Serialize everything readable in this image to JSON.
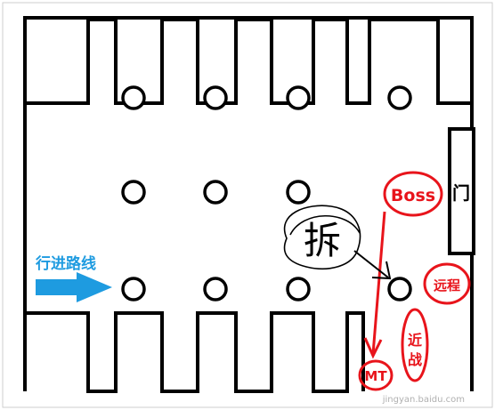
{
  "labels": {
    "route": "行进路线",
    "door": "门",
    "boss": "Boss",
    "ranged": "远程",
    "melee": "近战",
    "mt": "MT",
    "dismantle": "拆",
    "watermark": "jingyan.baidu.com"
  },
  "colors": {
    "wall": "#000000",
    "route_arrow": "#1e9be0",
    "route_text": "#1e9be0",
    "marker": "#e8141b",
    "pillar_fill": "#ffffff"
  },
  "icons": {
    "route_arrow": "arrow-right-icon",
    "pillar": "circle-icon"
  }
}
